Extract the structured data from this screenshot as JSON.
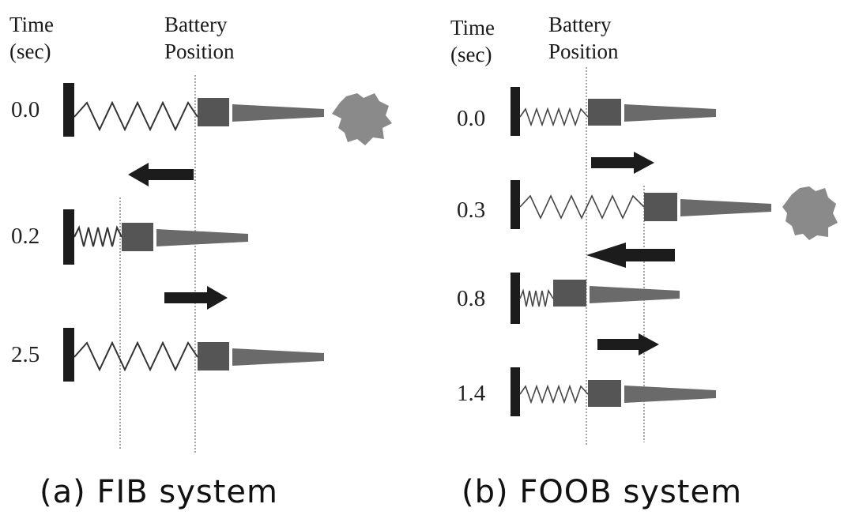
{
  "panels": [
    {
      "id": "a",
      "time_header": [
        "Time",
        "(sec)"
      ],
      "position_header": [
        "Battery",
        "Position"
      ],
      "times": [
        "0.0",
        "0.2",
        "2.5"
      ],
      "caption": "(a) FIB system"
    },
    {
      "id": "b",
      "time_header": [
        "Time",
        "(sec)"
      ],
      "position_header": [
        "Battery",
        "Position"
      ],
      "times": [
        "0.0",
        "0.3",
        "0.8",
        "1.4"
      ],
      "caption": "(b) FOOB system"
    }
  ],
  "colors": {
    "ink": "#1c1c1c",
    "gun": "#555555",
    "barrel": "#6a6a6a",
    "blast": "#8a8a8a"
  }
}
